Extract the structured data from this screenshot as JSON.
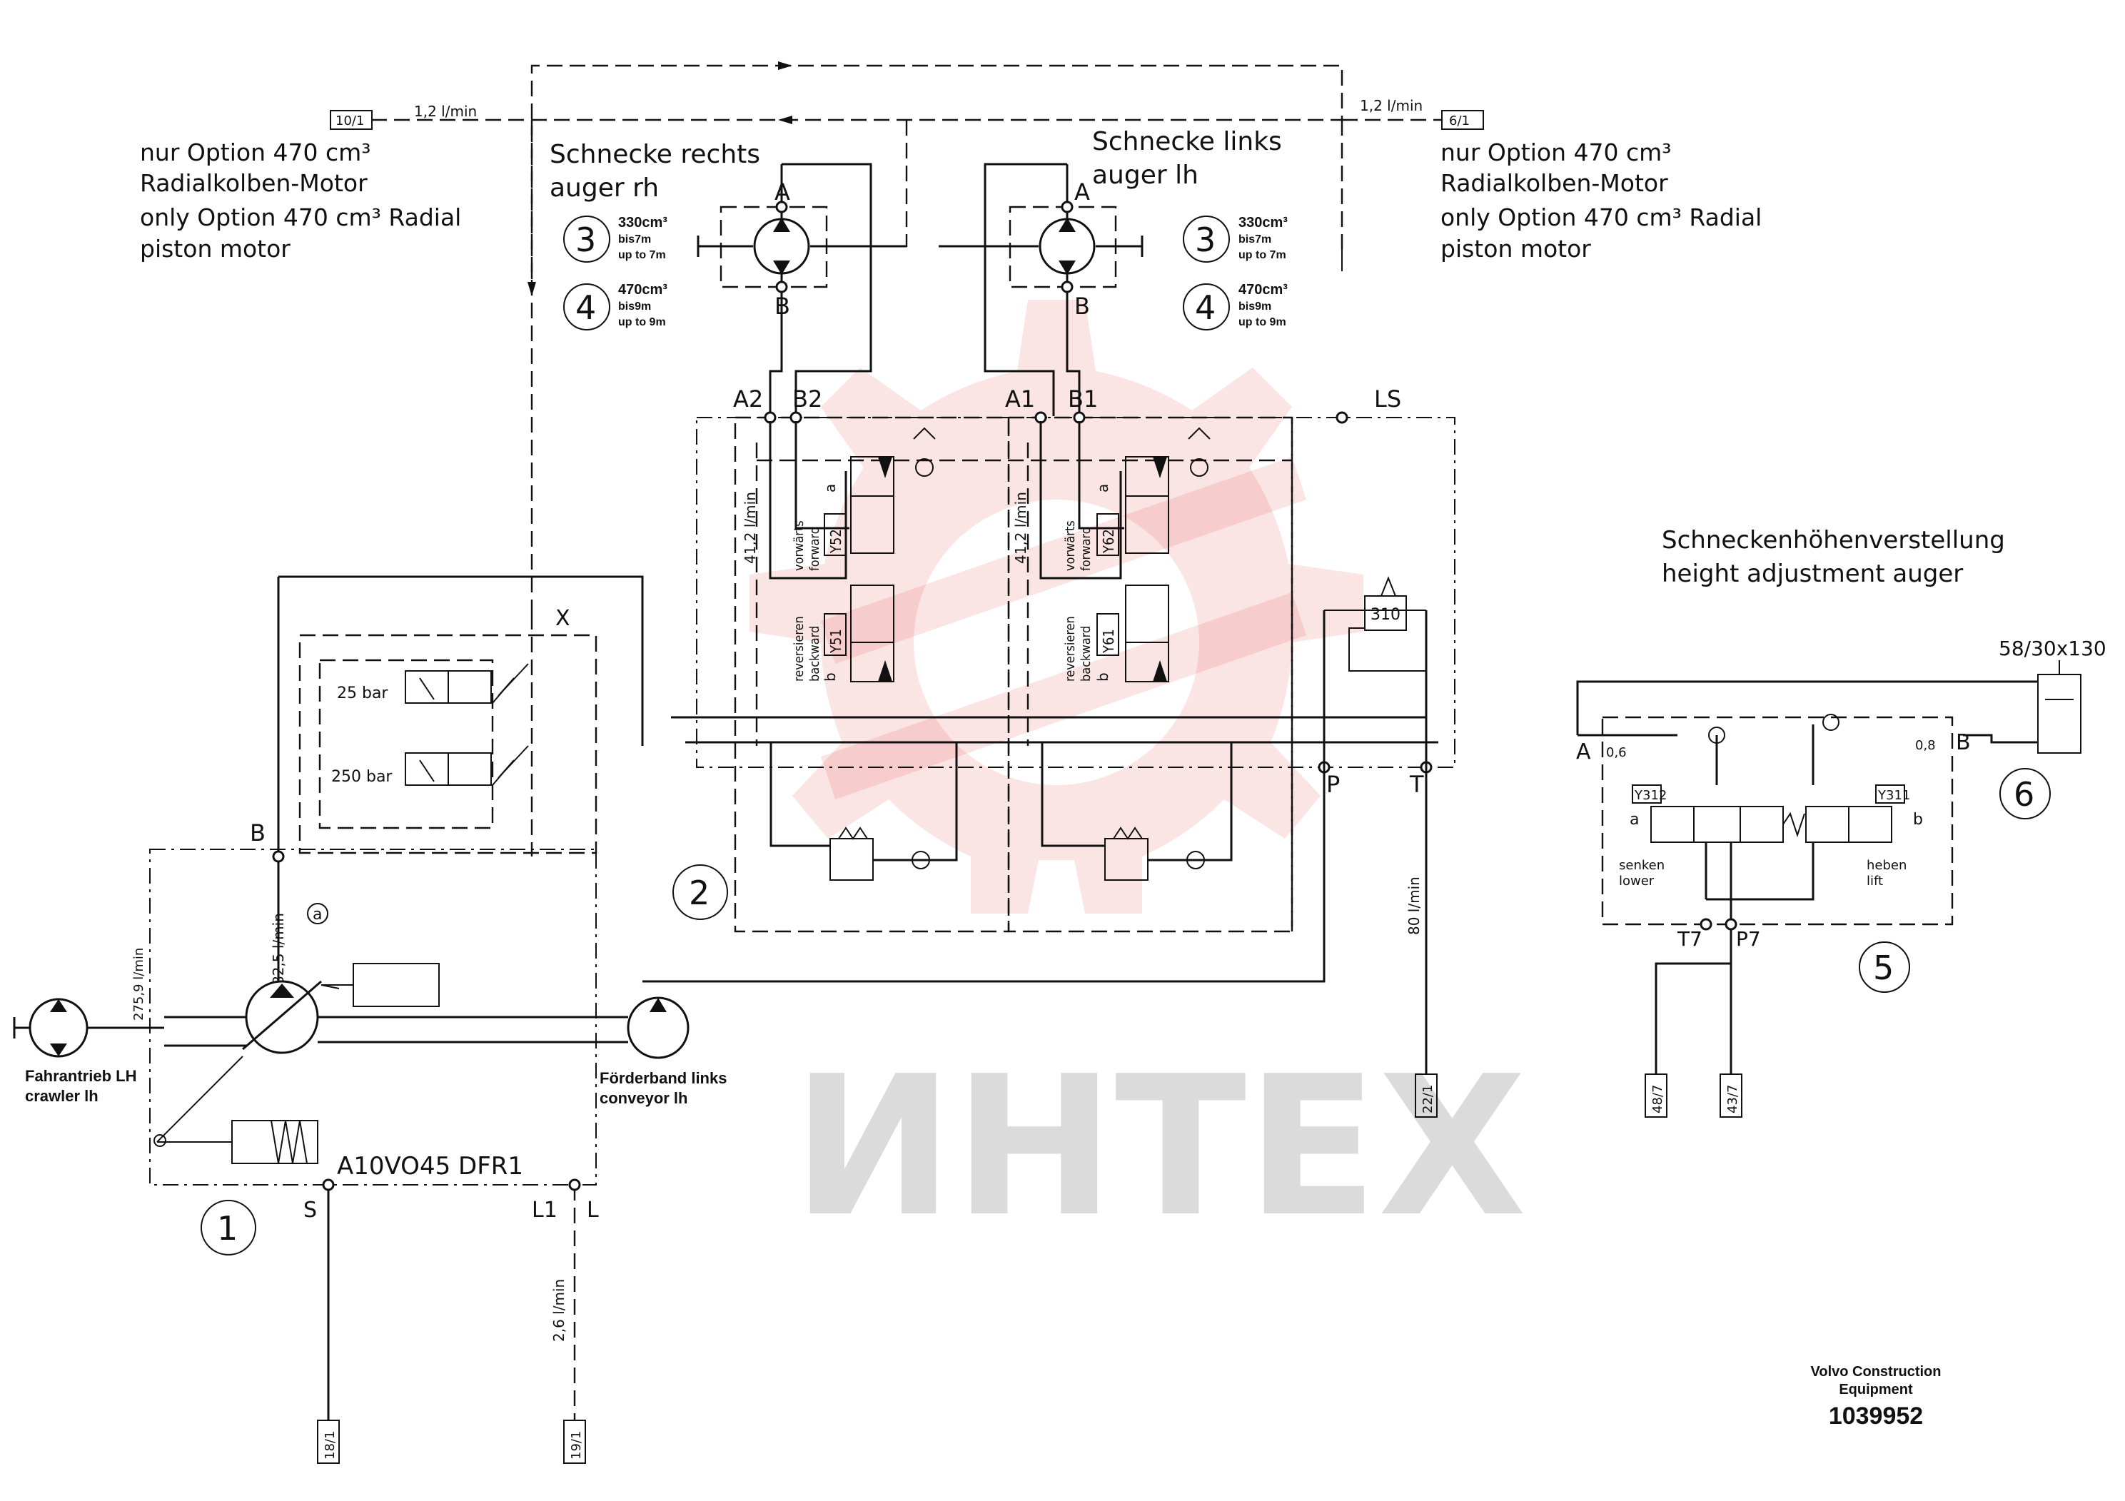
{
  "watermark": {
    "text": "ИНТЕХ",
    "color": "#e03030"
  },
  "header": {
    "ref_left": "10/1",
    "ref_right": "6/1",
    "flow_left": "1,2 l/min",
    "flow_right": "1,2 l/min"
  },
  "option_note_left": {
    "line1": "nur Option 470 cm³",
    "line2": "Radialkolben-Motor",
    "line3": "only Option 470 cm³ Radial",
    "line4": "piston motor"
  },
  "option_note_right": {
    "line1": "nur Option 470 cm³",
    "line2": "Radialkolben-Motor",
    "line3": "only Option 470 cm³ Radial",
    "line4": "piston motor"
  },
  "auger_rh": {
    "title_de": "Schnecke rechts",
    "title_en": "auger rh",
    "port_a": "A",
    "port_b": "B",
    "item3": {
      "number": "3",
      "size": "330cm³",
      "de": "bis7m",
      "en": "up to 7m"
    },
    "item4": {
      "number": "4",
      "size": "470cm³",
      "de": "bis9m",
      "en": "up to 9m"
    }
  },
  "auger_lh": {
    "title_de": "Schnecke links",
    "title_en": "auger lh",
    "port_a": "A",
    "port_b": "B",
    "item3": {
      "number": "3",
      "size": "330cm³",
      "de": "bis7m",
      "en": "up to 7m"
    },
    "item4": {
      "number": "4",
      "size": "470cm³",
      "de": "bis9m",
      "en": "up to 9m"
    }
  },
  "valve_block": {
    "ports": [
      "A2",
      "B2",
      "A1",
      "B1",
      "LS",
      "P",
      "T"
    ],
    "flow_a": "41,2 l/min",
    "flow_b": "41,2 l/min",
    "flow_t": "80 l/min",
    "sec1": {
      "fwd_de": "vorwärts",
      "fwd_en": "forward",
      "fwd_sol": "Y52",
      "fwd_a": "a",
      "rev_de": "reversieren",
      "rev_en": "backward",
      "rev_sol": "Y51",
      "rev_b": "b"
    },
    "sec2": {
      "fwd_de": "vorwärts",
      "fwd_en": "forward",
      "fwd_sol": "Y62",
      "fwd_a": "a",
      "rev_de": "reversieren",
      "rev_en": "backward",
      "rev_sol": "Y61",
      "rev_b": "b"
    },
    "relief": "310",
    "item": "2"
  },
  "pump": {
    "model": "A10VO45 DFR1",
    "setting_low": "25 bar",
    "setting_high": "250 bar",
    "port_b": "B",
    "port_x": "X",
    "port_s": "S",
    "port_l1": "L1",
    "port_l": "L",
    "flow_b": "82,5 l/min",
    "flow_drive": "275,9 l/min",
    "flow_drain": "2,6 l/min",
    "detail": "a",
    "item": "1",
    "ref_suction": "18/1",
    "ref_drain": "19/1",
    "ref_tank": "22/1"
  },
  "drive": {
    "crawler_de": "Fahrantrieb LH",
    "crawler_en": "crawler lh",
    "conveyor_de": "Förderband links",
    "conveyor_en": "conveyor lh"
  },
  "height_adjust": {
    "title_de": "Schneckenhöhenverstellung",
    "title_en": "height adjustment auger",
    "cylinder": "58/30x130",
    "port_a": "A",
    "port_b": "B",
    "orifice_a": "0,6",
    "orifice_b": "0,8",
    "sol_lower": "Y312",
    "sol_lift": "Y311",
    "side_a": "a",
    "side_b": "b",
    "lower_de": "senken",
    "lower_en": "lower",
    "lift_de": "heben",
    "lift_en": "lift",
    "port_t7": "T7",
    "port_p7": "P7",
    "item_valve": "5",
    "item_cyl": "6",
    "ref_t": "48/7",
    "ref_p": "43/7"
  },
  "footer": {
    "brand1": "Volvo Construction",
    "brand2": "Equipment",
    "number": "1039952"
  }
}
